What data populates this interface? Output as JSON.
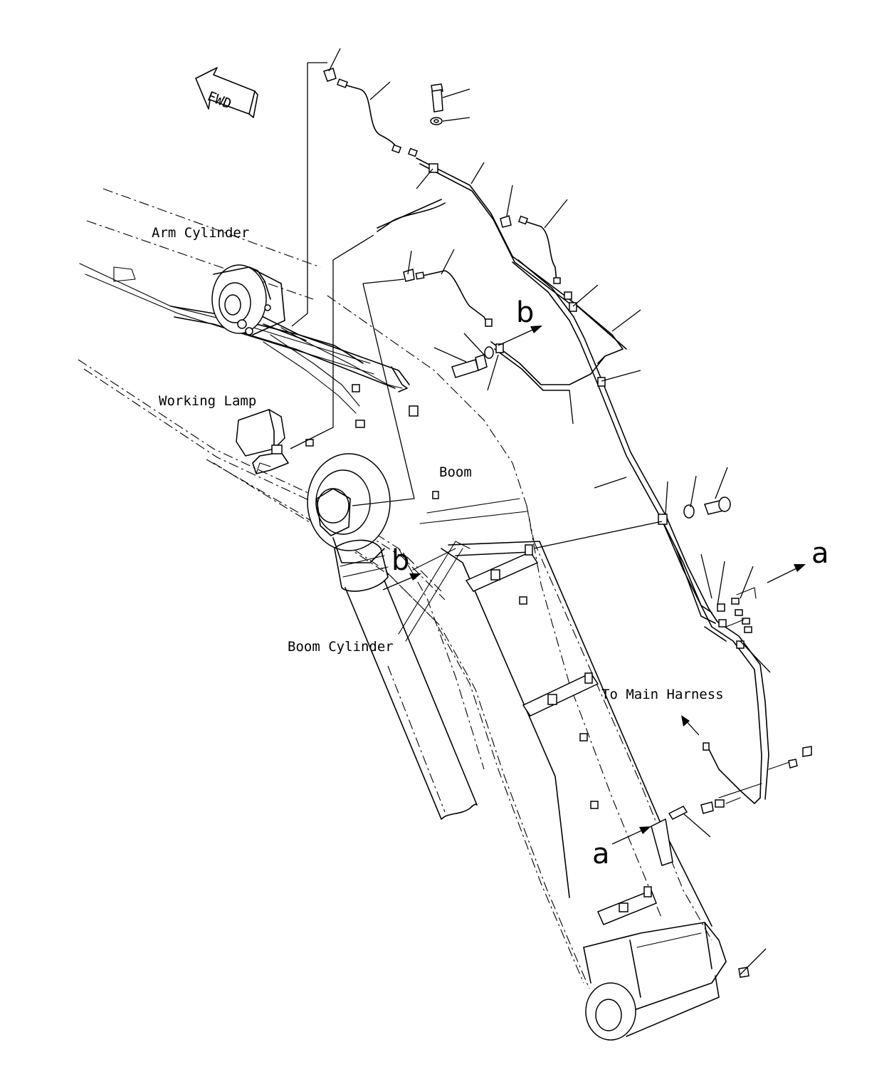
{
  "drawing": {
    "labels": {
      "fwd": "FWD",
      "arm_cylinder": "Arm Cylinder",
      "working_lamp": "Working Lamp",
      "boom": "Boom",
      "boom_cylinder": "Boom Cylinder",
      "to_main_harness": "To Main Harness",
      "detail_a_top": "a",
      "detail_a_bottom": "a",
      "detail_b_top": "b",
      "detail_b_bottom": "b"
    }
  }
}
